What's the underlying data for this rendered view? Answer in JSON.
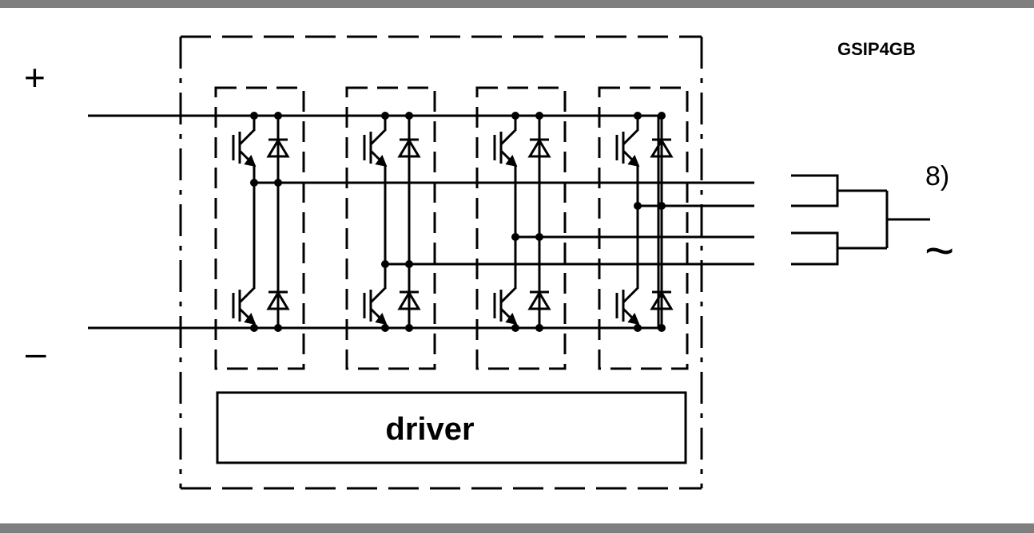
{
  "diagram": {
    "part_number": "GSIP4GB",
    "figure_label": "8)",
    "positive_terminal": "+",
    "negative_terminal": "–",
    "driver_label": "driver",
    "ac_symbol": "~"
  },
  "colors": {
    "line": "#000000",
    "background": "#ffffff",
    "frame_band": "#7f7f7f"
  },
  "icons": [
    "igbt-icon",
    "diode-icon",
    "junction-dot-icon"
  ]
}
